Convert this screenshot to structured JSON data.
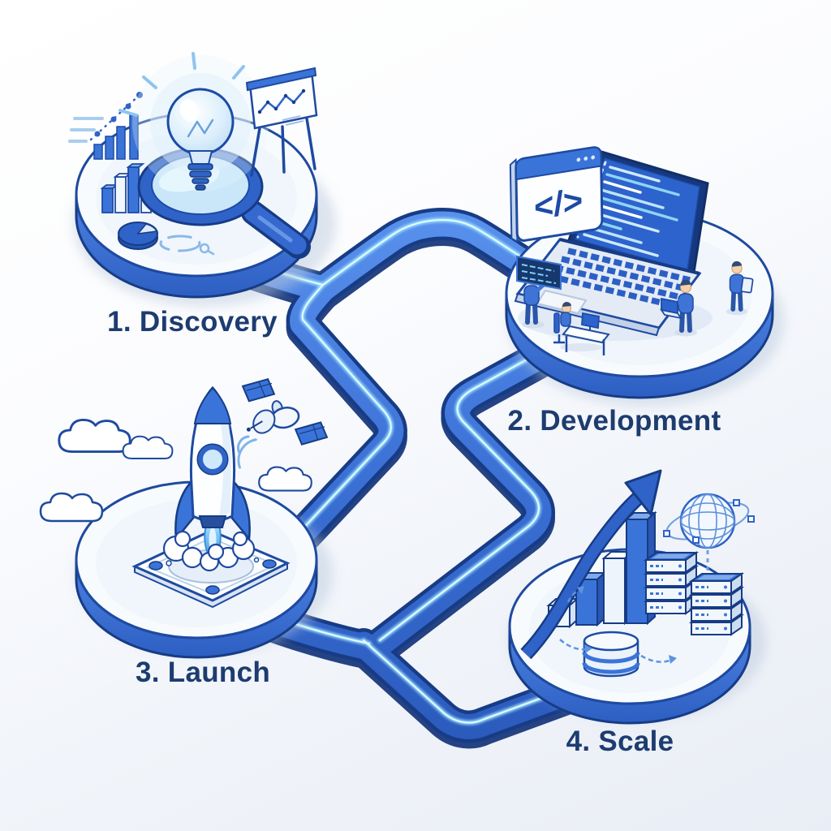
{
  "diagram_title": "",
  "steps": [
    {
      "id": 1,
      "label": "1. Discovery",
      "icons": [
        "lightbulb-icon",
        "magnifier-icon",
        "floating-bar-chart-icon",
        "mini-3d-bars-icon",
        "pie-chart-icon",
        "presentation-board-icon"
      ]
    },
    {
      "id": 2,
      "label": "2. Development",
      "code_glyph": "</>",
      "icons": [
        "laptop-code-icon",
        "code-window-icon",
        "developer-with-panel",
        "developer-at-desk",
        "developer-with-laptop",
        "developer-with-tablet"
      ]
    },
    {
      "id": 3,
      "label": "3. Launch",
      "icons": [
        "rocket-icon",
        "launchpad-icon",
        "cloud-icon",
        "satellite-icon",
        "signal-waves-icon",
        "smoke-icon"
      ]
    },
    {
      "id": 4,
      "label": "4. Scale",
      "icons": [
        "growth-arrow-icon",
        "bar-graph-icon",
        "database-icon",
        "server-stack-icon",
        "globe-network-icon",
        "dashed-arrow-icon"
      ]
    }
  ],
  "connector": {
    "kind": "glowing-pipe",
    "junctions": 2
  },
  "colors": {
    "accent_blue": "#3b74d8",
    "pipe_body": "#3a6fd4",
    "pipe_outline": "#173c85",
    "pipe_glow": "#9fe6ff",
    "platform_top": "#f8fbfe",
    "platform_rim": "#3569cf",
    "label_text": "#1d3c70",
    "screen_blue": "#2d63cc",
    "background_tint": "#e9edf5"
  }
}
